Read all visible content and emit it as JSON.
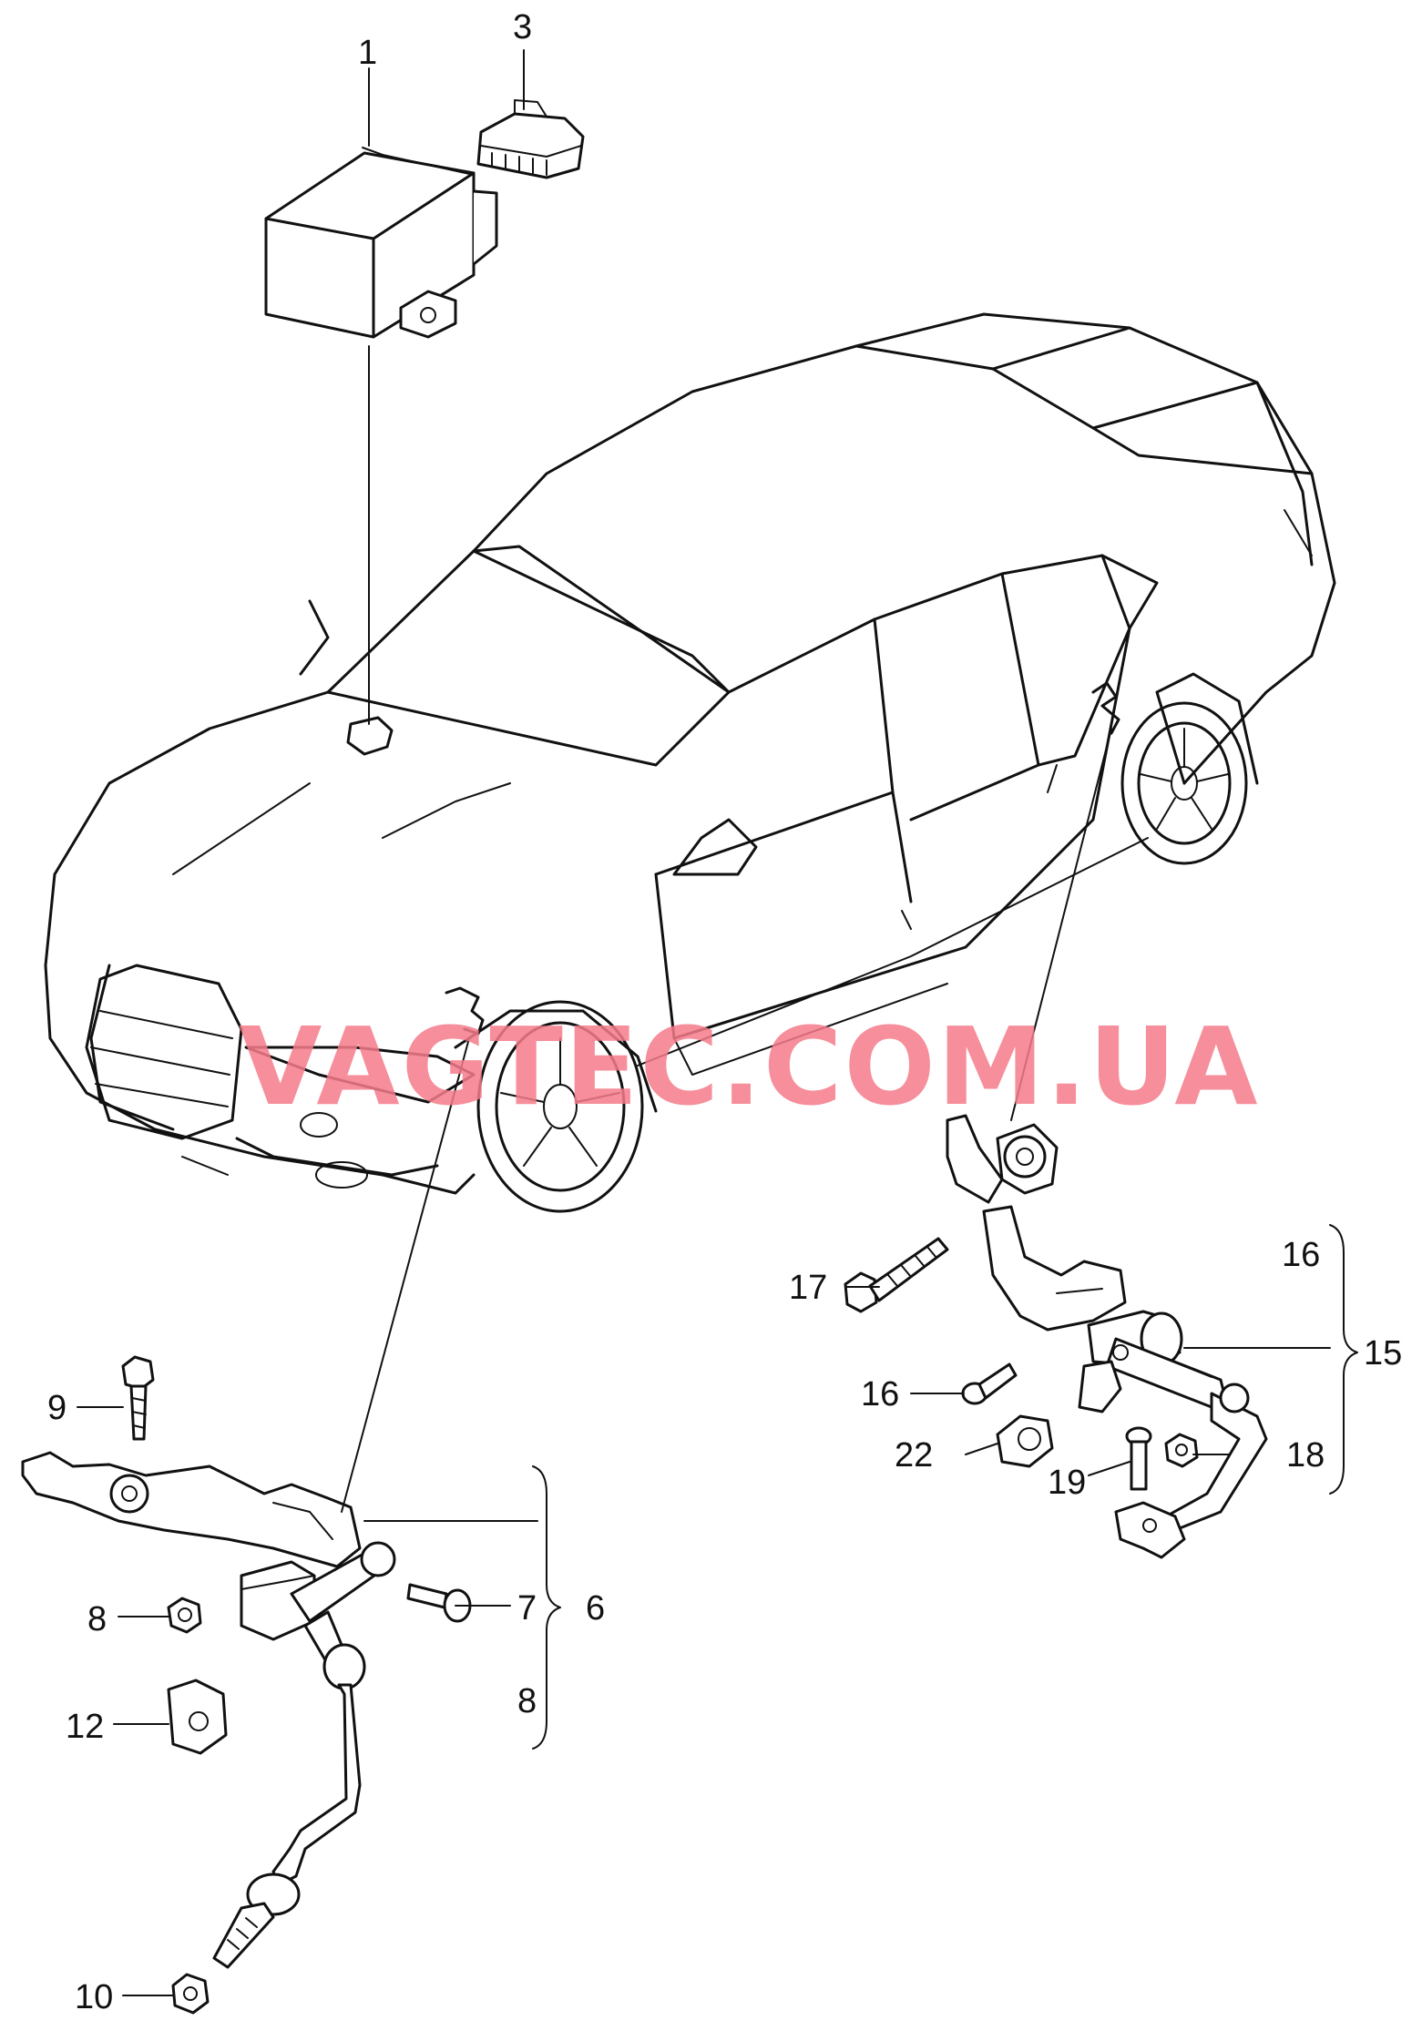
{
  "watermark": "VAGTEC.COM.UA",
  "callouts": {
    "c1": "1",
    "c3": "3",
    "c6": "6",
    "c7": "7",
    "c8a": "8",
    "c8b": "8",
    "c9": "9",
    "c10": "10",
    "c12": "12",
    "c15": "15",
    "c16a": "16",
    "c16b": "16",
    "c17": "17",
    "c18": "18",
    "c19": "19",
    "c22": "22"
  },
  "colors": {
    "line": "#111111",
    "watermark": "#f57b8a",
    "background": "#ffffff"
  }
}
